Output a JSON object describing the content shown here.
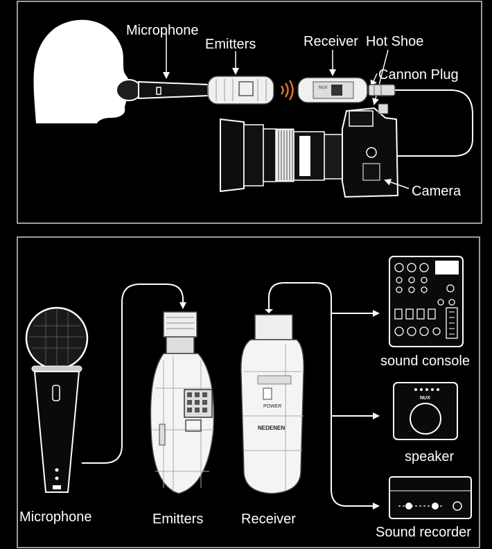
{
  "top_panel": {
    "labels": {
      "microphone": "Microphone",
      "emitters": "Emitters",
      "receiver": "Receiver",
      "hot_shoe": "Hot Shoe",
      "cannon_plug": "Cannon Plug",
      "camera": "Camera"
    },
    "receiver_brand": "NUX"
  },
  "bottom_panel": {
    "labels": {
      "microphone": "Microphone",
      "emitters": "Emitters",
      "receiver": "Receiver",
      "sound_console": "sound console",
      "speaker": "speaker",
      "sound_recorder": "Sound recorder"
    },
    "receiver_text": {
      "brand": "NEDENEN",
      "power": "POWER"
    },
    "speaker_brand": "NUX"
  },
  "colors": {
    "background": "#000000",
    "panel_border": "#d0d0d0",
    "text": "#ffffff"
  }
}
